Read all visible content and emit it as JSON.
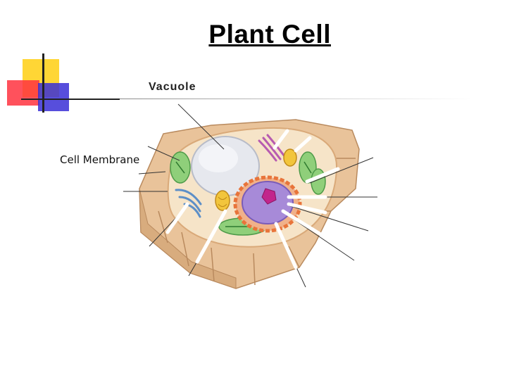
{
  "slide": {
    "title": "Plant Cell"
  },
  "labels": {
    "vacuole": "Vacuole",
    "cell_membrane": "Cell Membrane"
  },
  "colors": {
    "cell_wall": "#e9c39a",
    "cytoplasm": "#f6e4c8",
    "vacuole": "#e6e8ee",
    "nucleus": "#a78ad8",
    "nucleolus": "#c2258c",
    "er": "#e8743a",
    "chloroplast": "#8fcf7a",
    "golgi": "#b75bb0",
    "mitochondria": "#f2c53c"
  }
}
